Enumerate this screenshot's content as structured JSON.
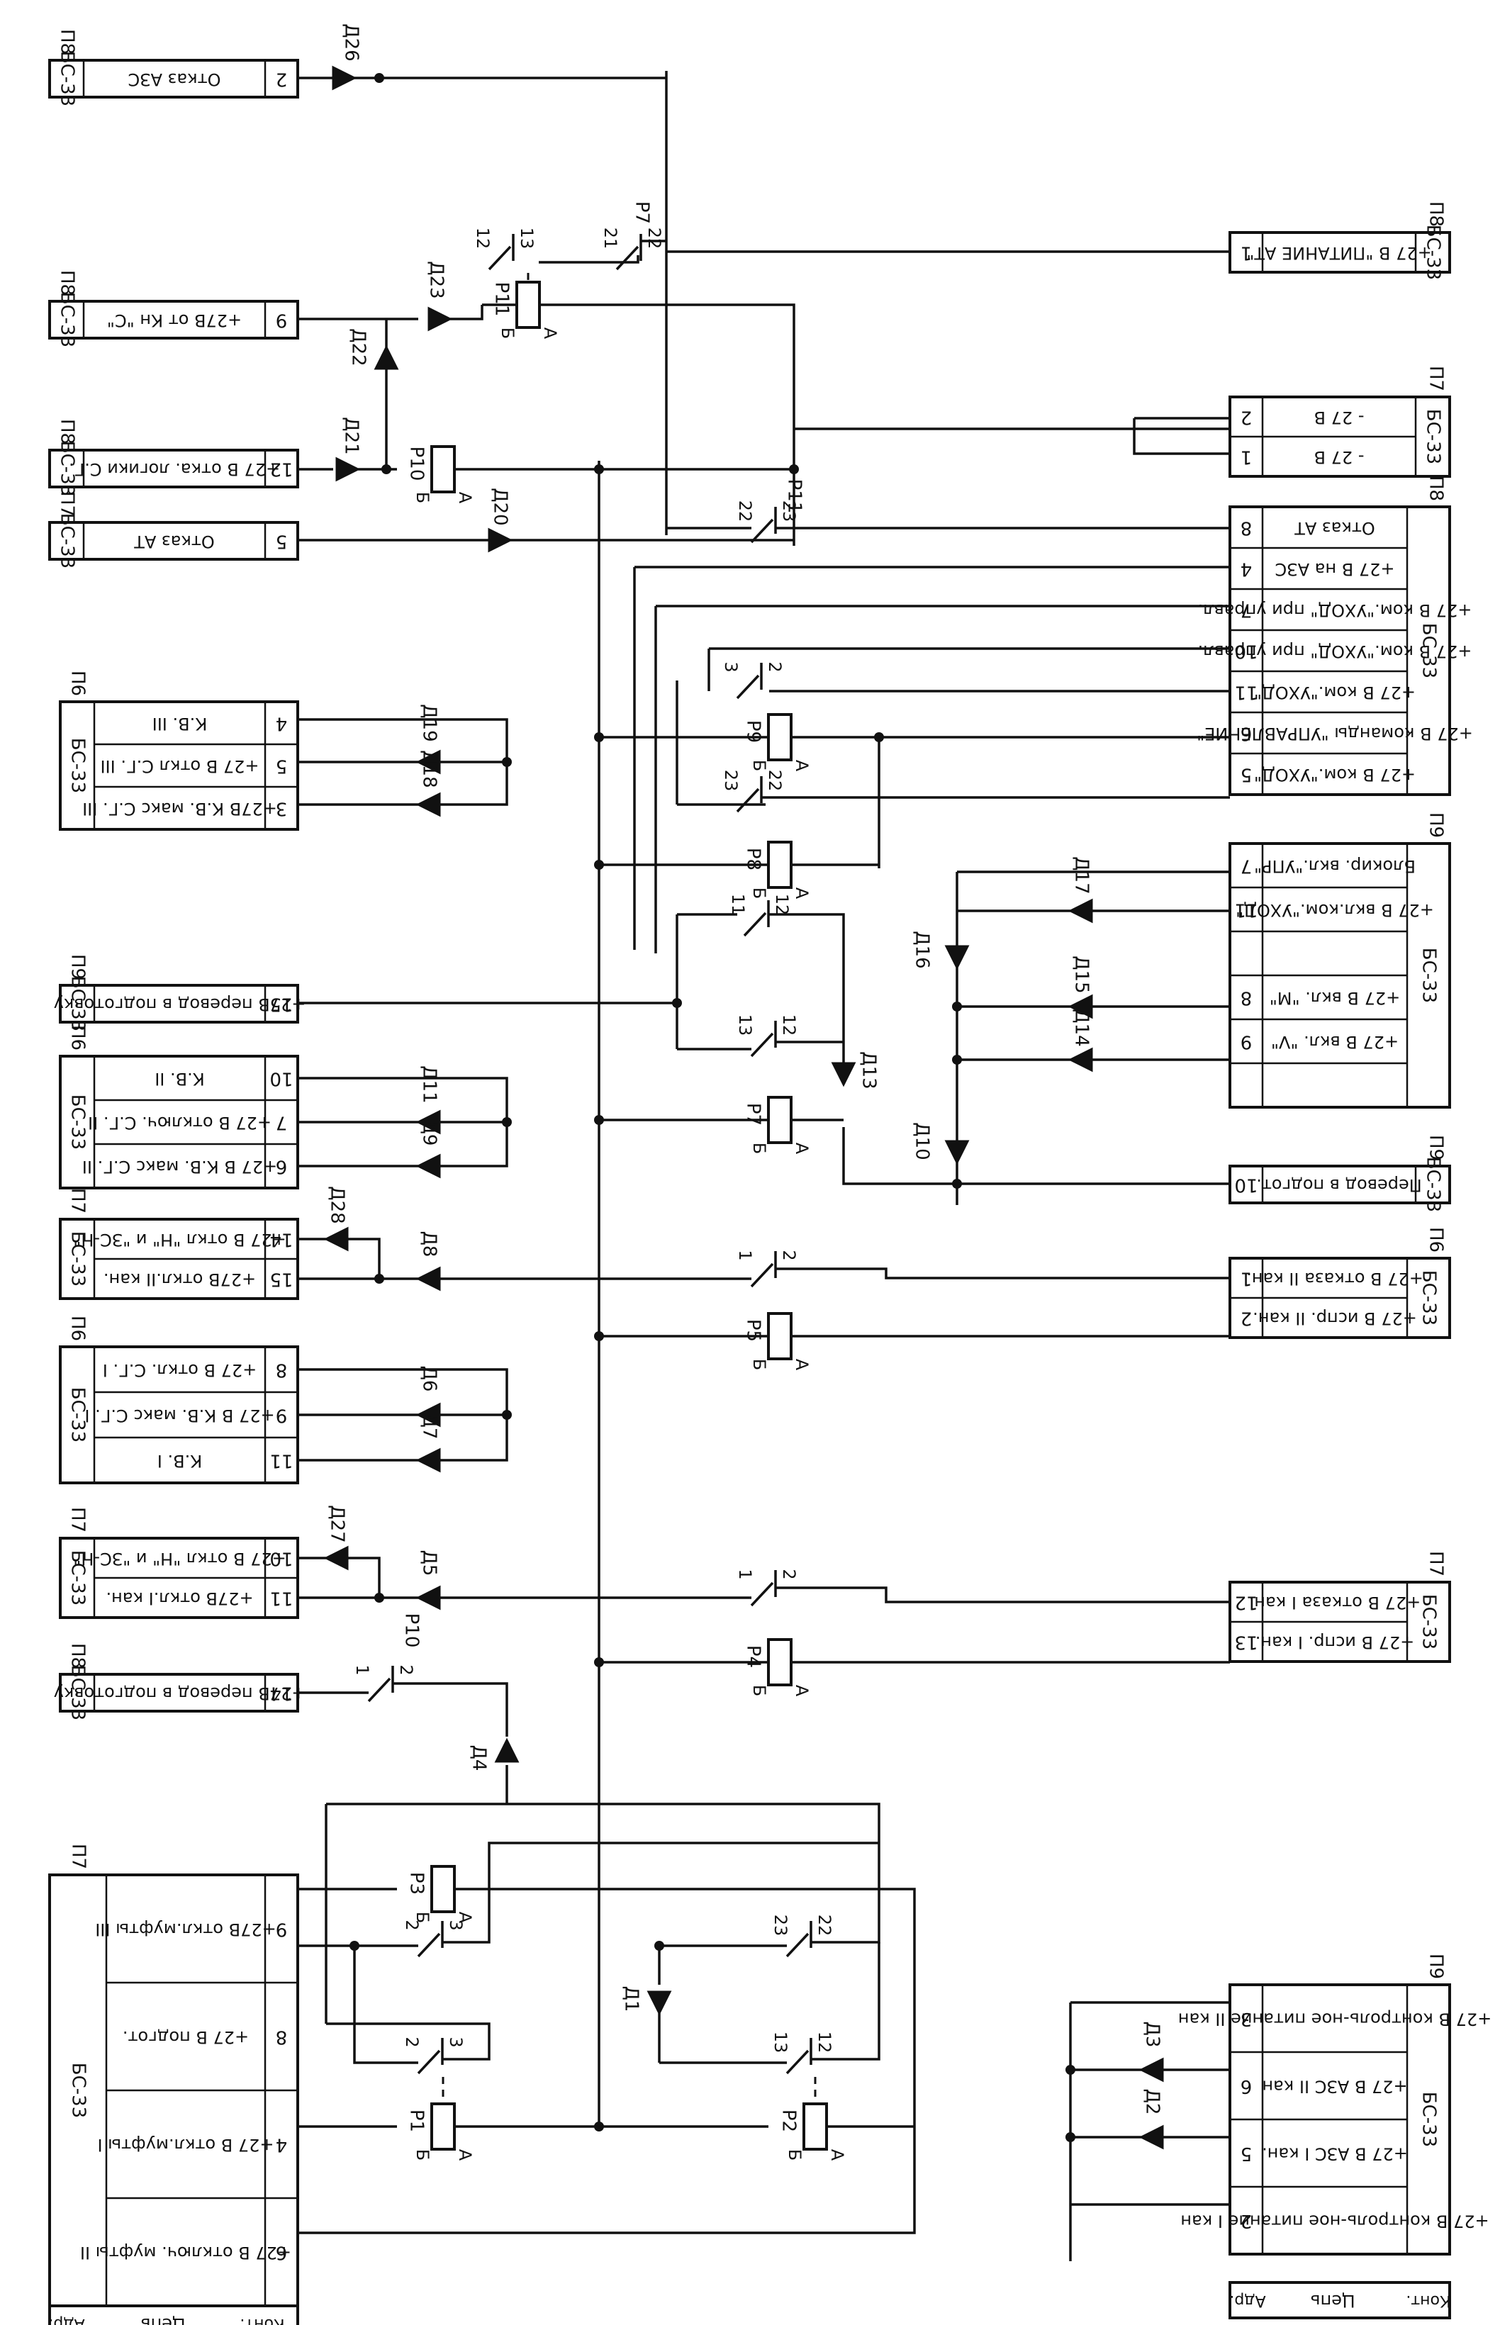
{
  "connectors": [
    {
      "id": "c1",
      "plug": "П8",
      "block": "БС-33",
      "pins": [
        {
          "pin": "2",
          "circuit": "Отказ АЗС"
        }
      ]
    },
    {
      "id": "c2",
      "plug": "П8",
      "block": "БС-33",
      "pins": [
        {
          "pin": "9",
          "circuit": "+27В от Кн \"С\""
        }
      ]
    },
    {
      "id": "c3",
      "plug": "П8",
      "block": "БС-33",
      "pins": [
        {
          "pin": "12",
          "circuit": "+27 В отка. логики С.Г."
        }
      ]
    },
    {
      "id": "c4",
      "plug": "П7",
      "block": "БС-33",
      "pins": [
        {
          "pin": "5",
          "circuit": "Отказ АТ"
        }
      ]
    },
    {
      "id": "c5",
      "plug": "П6",
      "block": "БС-33",
      "pins": [
        {
          "pin": "4",
          "circuit": "К.В. III"
        },
        {
          "pin": "5",
          "circuit": "+27 В откл С.Г. III"
        },
        {
          "pin": "3",
          "circuit": "+27В К.В. макс С.Г. III"
        }
      ]
    },
    {
      "id": "c6",
      "plug": "П9",
      "block": "БС-33",
      "pins": [
        {
          "pin": "15",
          "circuit": "+27В перевод в подготовку"
        }
      ]
    },
    {
      "id": "c7",
      "plug": "П6",
      "block": "БС-33",
      "pins": [
        {
          "pin": "10",
          "circuit": "К.В. II"
        },
        {
          "pin": "7",
          "circuit": "+27 В отключ. С.Г. II"
        },
        {
          "pin": "6",
          "circuit": "+27 В К.В. макс С.Г. II"
        }
      ]
    },
    {
      "id": "c8",
      "plug": "П7",
      "block": "БС-33",
      "pins": [
        {
          "pin": "14",
          "circuit": "+27 В откл \"Н\" и \"ЗС-Н\""
        },
        {
          "pin": "15",
          "circuit": "+27В откл.II кан."
        }
      ]
    },
    {
      "id": "c9",
      "plug": "П6",
      "block": "БС-33",
      "pins": [
        {
          "pin": "8",
          "circuit": "+27 В откл. С.Г. I"
        },
        {
          "pin": "9",
          "circuit": "+27 В К.В. макс С.Г. I"
        },
        {
          "pin": "11",
          "circuit": "К.В. I"
        }
      ]
    },
    {
      "id": "c10",
      "plug": "П7",
      "block": "БС-33",
      "pins": [
        {
          "pin": "10",
          "circuit": "+27 В откл \"Н\" и \"ЗС-Н\""
        },
        {
          "pin": "11",
          "circuit": "+27В откл.I кан."
        }
      ]
    },
    {
      "id": "c11",
      "plug": "П8",
      "block": "БС-33",
      "pins": [
        {
          "pin": "14",
          "circuit": "+27В перевод в подготовку"
        }
      ]
    },
    {
      "id": "c12",
      "plug": "П7",
      "block": "БС-33",
      "pins": [
        {
          "pin": "9",
          "circuit": "+27В откл.муфты III"
        },
        {
          "pin": "8",
          "circuit": "+27 В подгот."
        },
        {
          "pin": "4",
          "circuit": "+27 В откл.муфты I"
        },
        {
          "pin": "6",
          "circuit": "+27 В отключ. муфты II"
        }
      ]
    },
    {
      "id": "c13",
      "plug": "П8",
      "block": "БС-33",
      "pins": [
        {
          "pin": "1",
          "circuit": "+27 В \"ПИТАНИЕ АТ\""
        }
      ]
    },
    {
      "id": "c14",
      "plug": "П7",
      "block": "БС-33",
      "pins": [
        {
          "pin": "2",
          "circuit": "- 27 В"
        },
        {
          "pin": "1",
          "circuit": "- 27 В"
        }
      ]
    },
    {
      "id": "c15",
      "plug": "П8",
      "block": "БС-33",
      "pins": [
        {
          "pin": "8",
          "circuit": "Отказ АТ"
        },
        {
          "pin": "4",
          "circuit": "+27 В на АЗС"
        },
        {
          "pin": "7",
          "circuit": "+27 В ком.\"УХОД\" при управл."
        },
        {
          "pin": "10",
          "circuit": "+27 В ком.\"УХОД\" при управл."
        },
        {
          "pin": "11",
          "circuit": "+27 В ком.\"УХОД\""
        },
        {
          "pin": "6",
          "circuit": "+27 В команды \"УПРАВЛЕНИЕ\""
        },
        {
          "pin": "5",
          "circuit": "+27 В ком.\"УХОД\""
        }
      ]
    },
    {
      "id": "c16",
      "plug": "П9",
      "block": "БС-33",
      "pins": [
        {
          "pin": "7",
          "circuit": "Блокир. вкл.\"УПР\""
        },
        {
          "pin": "11",
          "circuit": "+27 В вкл.ком.\"УХОД\""
        },
        {
          "pin": "",
          "circuit": ""
        },
        {
          "pin": "8",
          "circuit": "+27 В вкл. \"М\""
        },
        {
          "pin": "9",
          "circuit": "+27 В вкл. \"V\""
        },
        {
          "pin": "",
          "circuit": ""
        }
      ]
    },
    {
      "id": "c17",
      "plug": "П9",
      "block": "БС-33",
      "pins": [
        {
          "pin": "10",
          "circuit": "Перевод в подгот."
        }
      ]
    },
    {
      "id": "c18",
      "plug": "П6",
      "block": "БС-33",
      "pins": [
        {
          "pin": "1",
          "circuit": "+27 В отказа II кан."
        },
        {
          "pin": "2",
          "circuit": "+27 В испр. II кан."
        }
      ]
    },
    {
      "id": "c19",
      "plug": "П7",
      "block": "БС-33",
      "pins": [
        {
          "pin": "12",
          "circuit": "+27 В отказа I кан."
        },
        {
          "pin": "13",
          "circuit": "+27 В испр. I кан."
        }
      ]
    },
    {
      "id": "c20",
      "plug": "П9",
      "block": "БС-33",
      "pins": [
        {
          "pin": "3",
          "circuit": "+27 В контроль-ное питание II кан"
        },
        {
          "pin": "6",
          "circuit": "+27 В АЗС II кан"
        },
        {
          "pin": "5",
          "circuit": "+27 В АЗС I кан."
        },
        {
          "pin": "2",
          "circuit": "+27 В контроль-ное питание I кан"
        }
      ]
    }
  ],
  "table_headers": {
    "pin": "Конт.",
    "circuit": "Цепь",
    "addr": "Адр."
  },
  "relays": [
    {
      "id": "Р11",
      "a": "А",
      "b": "Б",
      "contacts": [
        "12",
        "13",
        "21",
        "22",
        "23"
      ]
    },
    {
      "id": "Р10",
      "a": "А",
      "b": "Б",
      "contacts": [
        "1",
        "2"
      ]
    },
    {
      "id": "Р9",
      "a": "А",
      "b": "Б",
      "contacts": [
        "2",
        "3",
        "22",
        "23"
      ]
    },
    {
      "id": "Р8",
      "a": "А",
      "b": "Б",
      "contacts": [
        "11",
        "12",
        "13"
      ]
    },
    {
      "id": "Р7",
      "a": "А",
      "b": "Б",
      "contacts": [
        "12",
        "13",
        "21",
        "22"
      ]
    },
    {
      "id": "Р5",
      "a": "А",
      "b": "Б",
      "contacts": [
        "1",
        "2"
      ]
    },
    {
      "id": "Р4",
      "a": "А",
      "b": "Б",
      "contacts": [
        "1",
        "2"
      ]
    },
    {
      "id": "Р3",
      "a": "А",
      "b": "Б",
      "contacts": [
        "2",
        "3",
        "22",
        "23"
      ]
    },
    {
      "id": "Р2",
      "a": "А",
      "b": "Б",
      "contacts": [
        "12",
        "13"
      ]
    },
    {
      "id": "Р1",
      "a": "А",
      "b": "Б",
      "contacts": [
        "2",
        "3"
      ]
    }
  ],
  "diodes": [
    "Д1",
    "Д2",
    "Д3",
    "Д4",
    "Д5",
    "Д6",
    "Д7",
    "Д8",
    "Д9",
    "Д10",
    "Д11",
    "Д13",
    "Д14",
    "Д15",
    "Д16",
    "Д17",
    "Д18",
    "Д19",
    "Д20",
    "Д21",
    "Д22",
    "Д23",
    "Д26",
    "Д27",
    "Д28"
  ]
}
